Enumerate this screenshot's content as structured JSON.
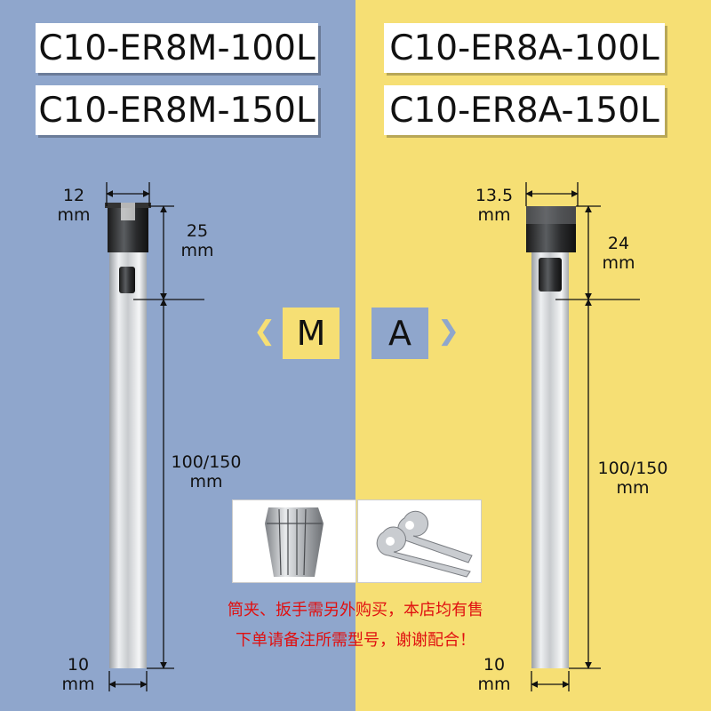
{
  "models": {
    "left": [
      "C10-ER8M-100L",
      "C10-ER8M-150L"
    ],
    "right": [
      "C10-ER8A-100L",
      "C10-ER8A-150L"
    ]
  },
  "types": {
    "left": "M",
    "right": "A"
  },
  "arrows": {
    "left": "❮",
    "right": "❯"
  },
  "dims": {
    "left": {
      "head_width": "12",
      "head_width_unit": "mm",
      "head_length": "25",
      "head_length_unit": "mm",
      "shank_length": "100/150",
      "shank_length_unit": "mm",
      "shank_dia": "10",
      "shank_dia_unit": "mm"
    },
    "right": {
      "head_width": "13.5",
      "head_width_unit": "mm",
      "head_length": "24",
      "head_length_unit": "mm",
      "shank_length": "100/150",
      "shank_length_unit": "mm",
      "shank_dia": "10",
      "shank_dia_unit": "mm"
    }
  },
  "notes": [
    "筒夹、扳手需另外购买，本店均有售",
    "下单请备注所需型号，谢谢配合！"
  ],
  "colors": {
    "left_bg": "#8fa6cc",
    "right_bg": "#f6df74",
    "note_text": "#e01010",
    "badge_m_bg": "#f6df74",
    "badge_a_bg": "#8fa6cc"
  },
  "icons": {
    "collet_photo": "er-collet-photo",
    "wrench_photo": "spanner-wrench-photo"
  }
}
